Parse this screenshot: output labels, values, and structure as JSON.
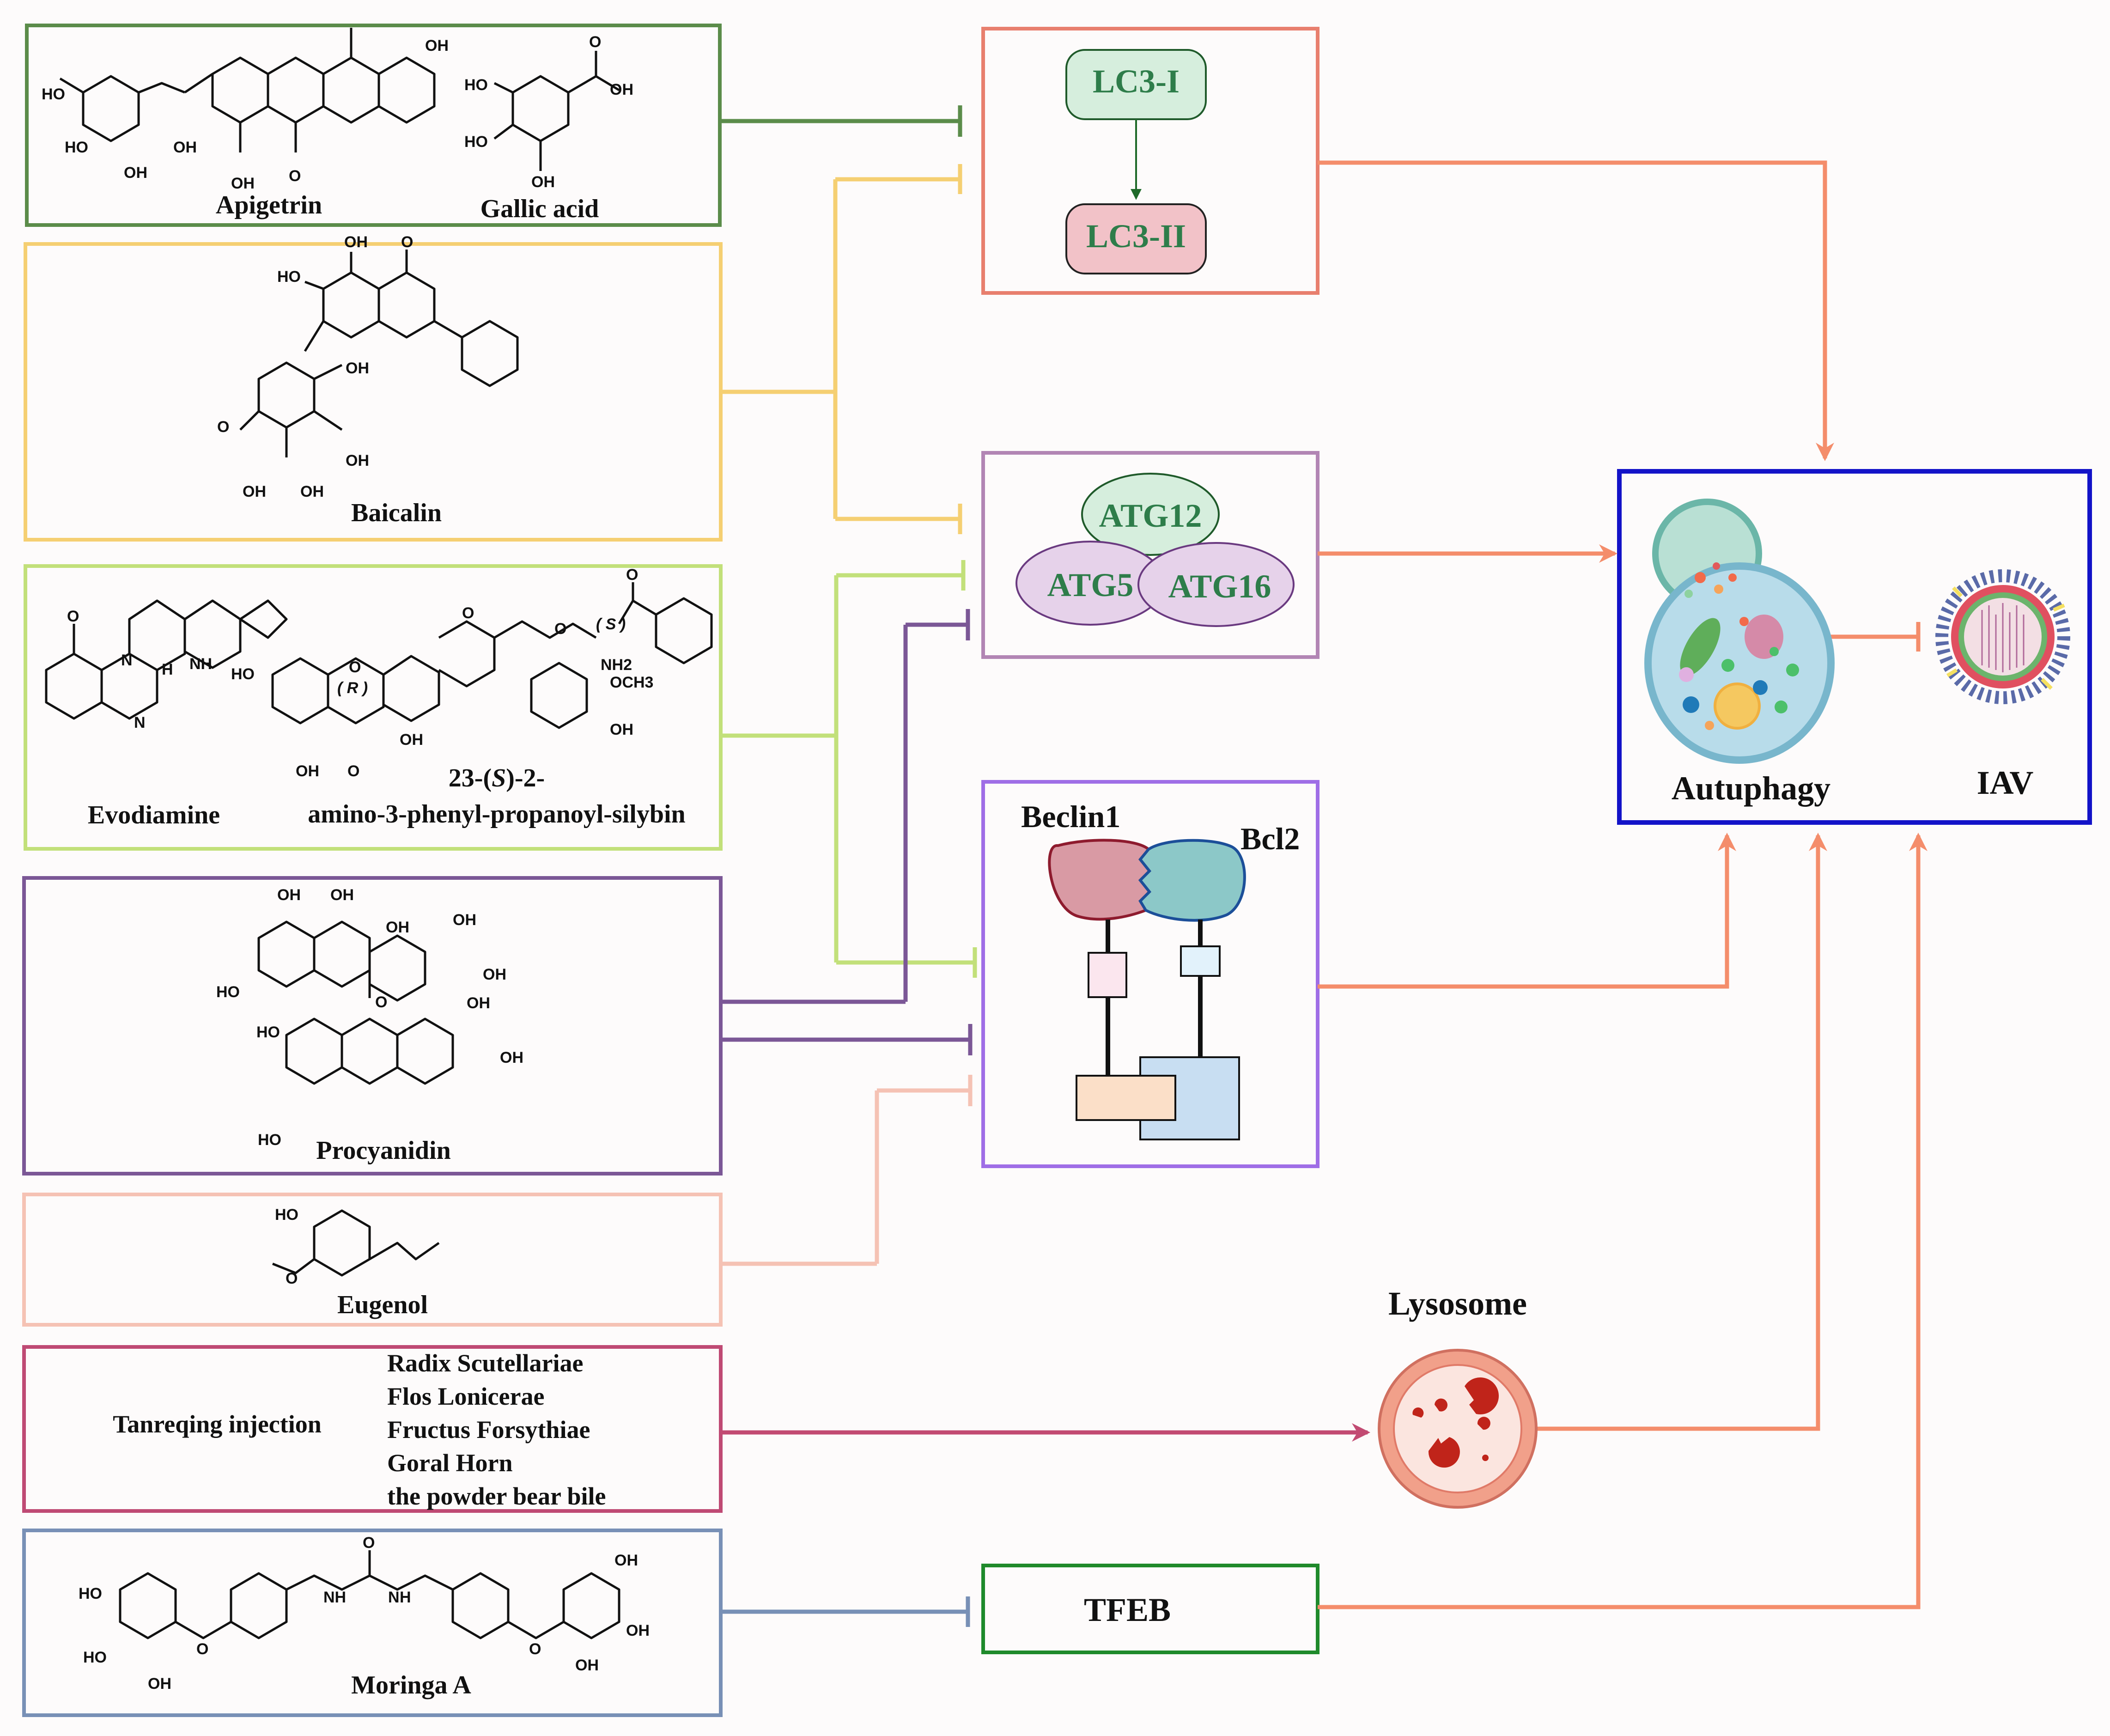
{
  "compounds": {
    "apigetrin": "Apigetrin",
    "gallic_acid": "Gallic acid",
    "baicalin": "Baicalin",
    "evodiamine": "Evodiamine",
    "silybin_line1": "23-(",
    "silybin_S": "S",
    "silybin_line1_end": ")-2-",
    "silybin_line2": "amino-3-phenyl-propanoyl-silybin",
    "procyanidin": "Procyanidin",
    "eugenol": "Eugenol",
    "tanreqing": "Tanreqing injection",
    "tanreqing_components": [
      "Radix Scutellariae",
      "Flos Lonicerae",
      "Fructus Forsythiae",
      "Goral Horn",
      "the powder bear bile"
    ],
    "moringa": "Moringa A"
  },
  "chem_labels": {
    "oh": "OH",
    "ho": "HO",
    "o": "O",
    "h": "H",
    "n": "N",
    "nh": "NH",
    "nh2": "NH2",
    "och3": "OCH3",
    "r": "( R )",
    "s": "( S )"
  },
  "targets": {
    "lc3_i": "LC3-I",
    "lc3_ii": "LC3-II",
    "atg12": "ATG12",
    "atg5": "ATG5",
    "atg16": "ATG16",
    "beclin1": "Beclin1",
    "bcl2": "Bcl2",
    "tfeb": "TFEB",
    "lysosome": "Lysosome"
  },
  "outcome": {
    "autophagy": "Autuphagy",
    "iav": "IAV"
  },
  "colors": {
    "apigetrin_box": "#5b8c4a",
    "baicalin_box": "#f5cf72",
    "evodiamine_box": "#c2e07a",
    "procyanidin_box": "#7b5796",
    "eugenol_box": "#f5c2b4",
    "tanreqing_box": "#bf4a74",
    "moringa_box": "#7890b6",
    "lc3_box": "#e87f6e",
    "atg_box": "#b285b4",
    "beclin_box": "#9f6ee6",
    "tfeb_box": "#1f8a2b",
    "autophagy_box": "#1313c8",
    "activation_arrow": "#f48d6b",
    "text_green": "#2e7d4a"
  }
}
